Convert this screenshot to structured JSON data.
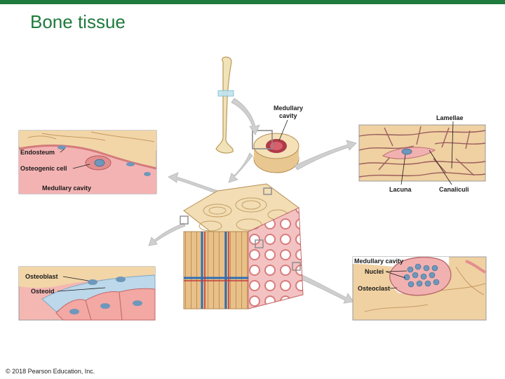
{
  "title": "Bone tissue",
  "copyright": "© 2018 Pearson Education, Inc.",
  "labels": {
    "medullary_cavity_top_line1": "Medullary",
    "medullary_cavity_top_line2": "cavity",
    "lamellae": "Lamellae",
    "lacuna": "Lacuna",
    "canaliculi": "Canaliculi",
    "endosteum": "Endosteum",
    "osteogenic_cell": "Osteogenic cell",
    "medullary_cavity_left": "Medullary cavity",
    "osteoblast": "Osteoblast",
    "osteoid": "Osteoid",
    "medullary_cavity_right": "Medullary cavity",
    "nuclei": "Nuclei",
    "osteoclast": "Osteoclast"
  },
  "colors": {
    "brand_green": "#1f7a3d",
    "bone_tan": "#efd3a3",
    "tissue_pink": "#f0a3a3",
    "cell_blue": "#7aa6c8",
    "arrow_gray": "#c8c8c8"
  }
}
